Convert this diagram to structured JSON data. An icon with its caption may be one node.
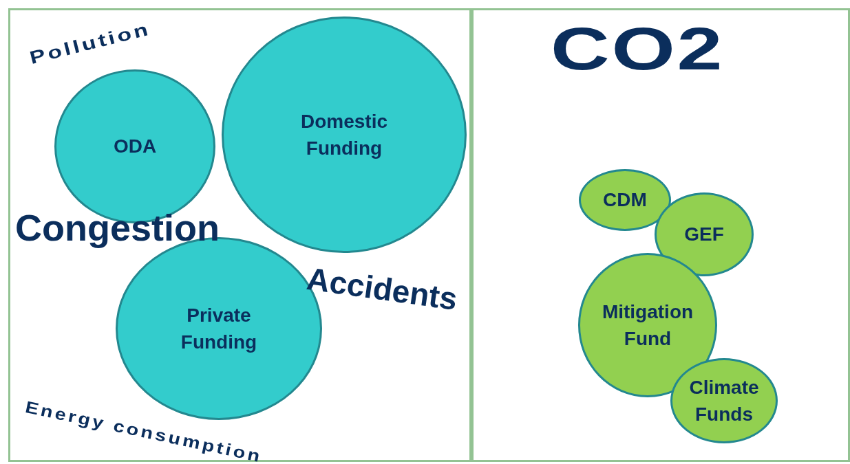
{
  "diagram": {
    "nodes": [
      {
        "text": [],
        "shape": "box"
      },
      {
        "text": [
          "ODA"
        ],
        "in": 0
      },
      {
        "text": [
          "Domestic Funding"
        ],
        "in": 0
      },
      {
        "text": [
          "Private Funding"
        ],
        "in": 0
      },
      {
        "text": [],
        "shape": "box"
      },
      {
        "text": [
          "CDM"
        ],
        "in": 4
      },
      {
        "text": [
          "GEF"
        ],
        "in": 4
      },
      {
        "text": [
          "Mitigation Fund"
        ],
        "in": 4
      },
      {
        "text": [
          "Climate Funds"
        ],
        "in": 4
      }
    ],
    "edges": [],
    "labels": [
      "Pollution",
      "CO2",
      "Congestion",
      "Accidents",
      "Energy consumption"
    ]
  }
}
